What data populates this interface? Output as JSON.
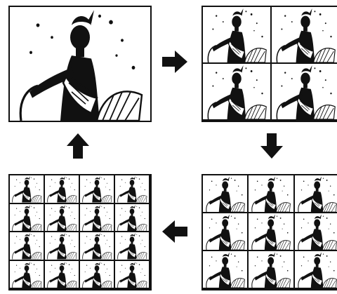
{
  "figure": {
    "description_free": true,
    "panels": [
      {
        "id": "original",
        "rows": 1,
        "cols": 1
      },
      {
        "id": "tiled-2x2",
        "rows": 2,
        "cols": 2
      },
      {
        "id": "tiled-3x3",
        "rows": 3,
        "cols": 3
      },
      {
        "id": "tiled-4x4",
        "rows": 4,
        "cols": 4
      }
    ],
    "arrows": [
      {
        "id": "arrow-right",
        "direction": "right"
      },
      {
        "id": "arrow-down",
        "direction": "down"
      },
      {
        "id": "arrow-left",
        "direction": "left"
      },
      {
        "id": "arrow-up",
        "direction": "up"
      }
    ],
    "colors": {
      "ink": "#111111",
      "paper": "#ffffff"
    }
  }
}
